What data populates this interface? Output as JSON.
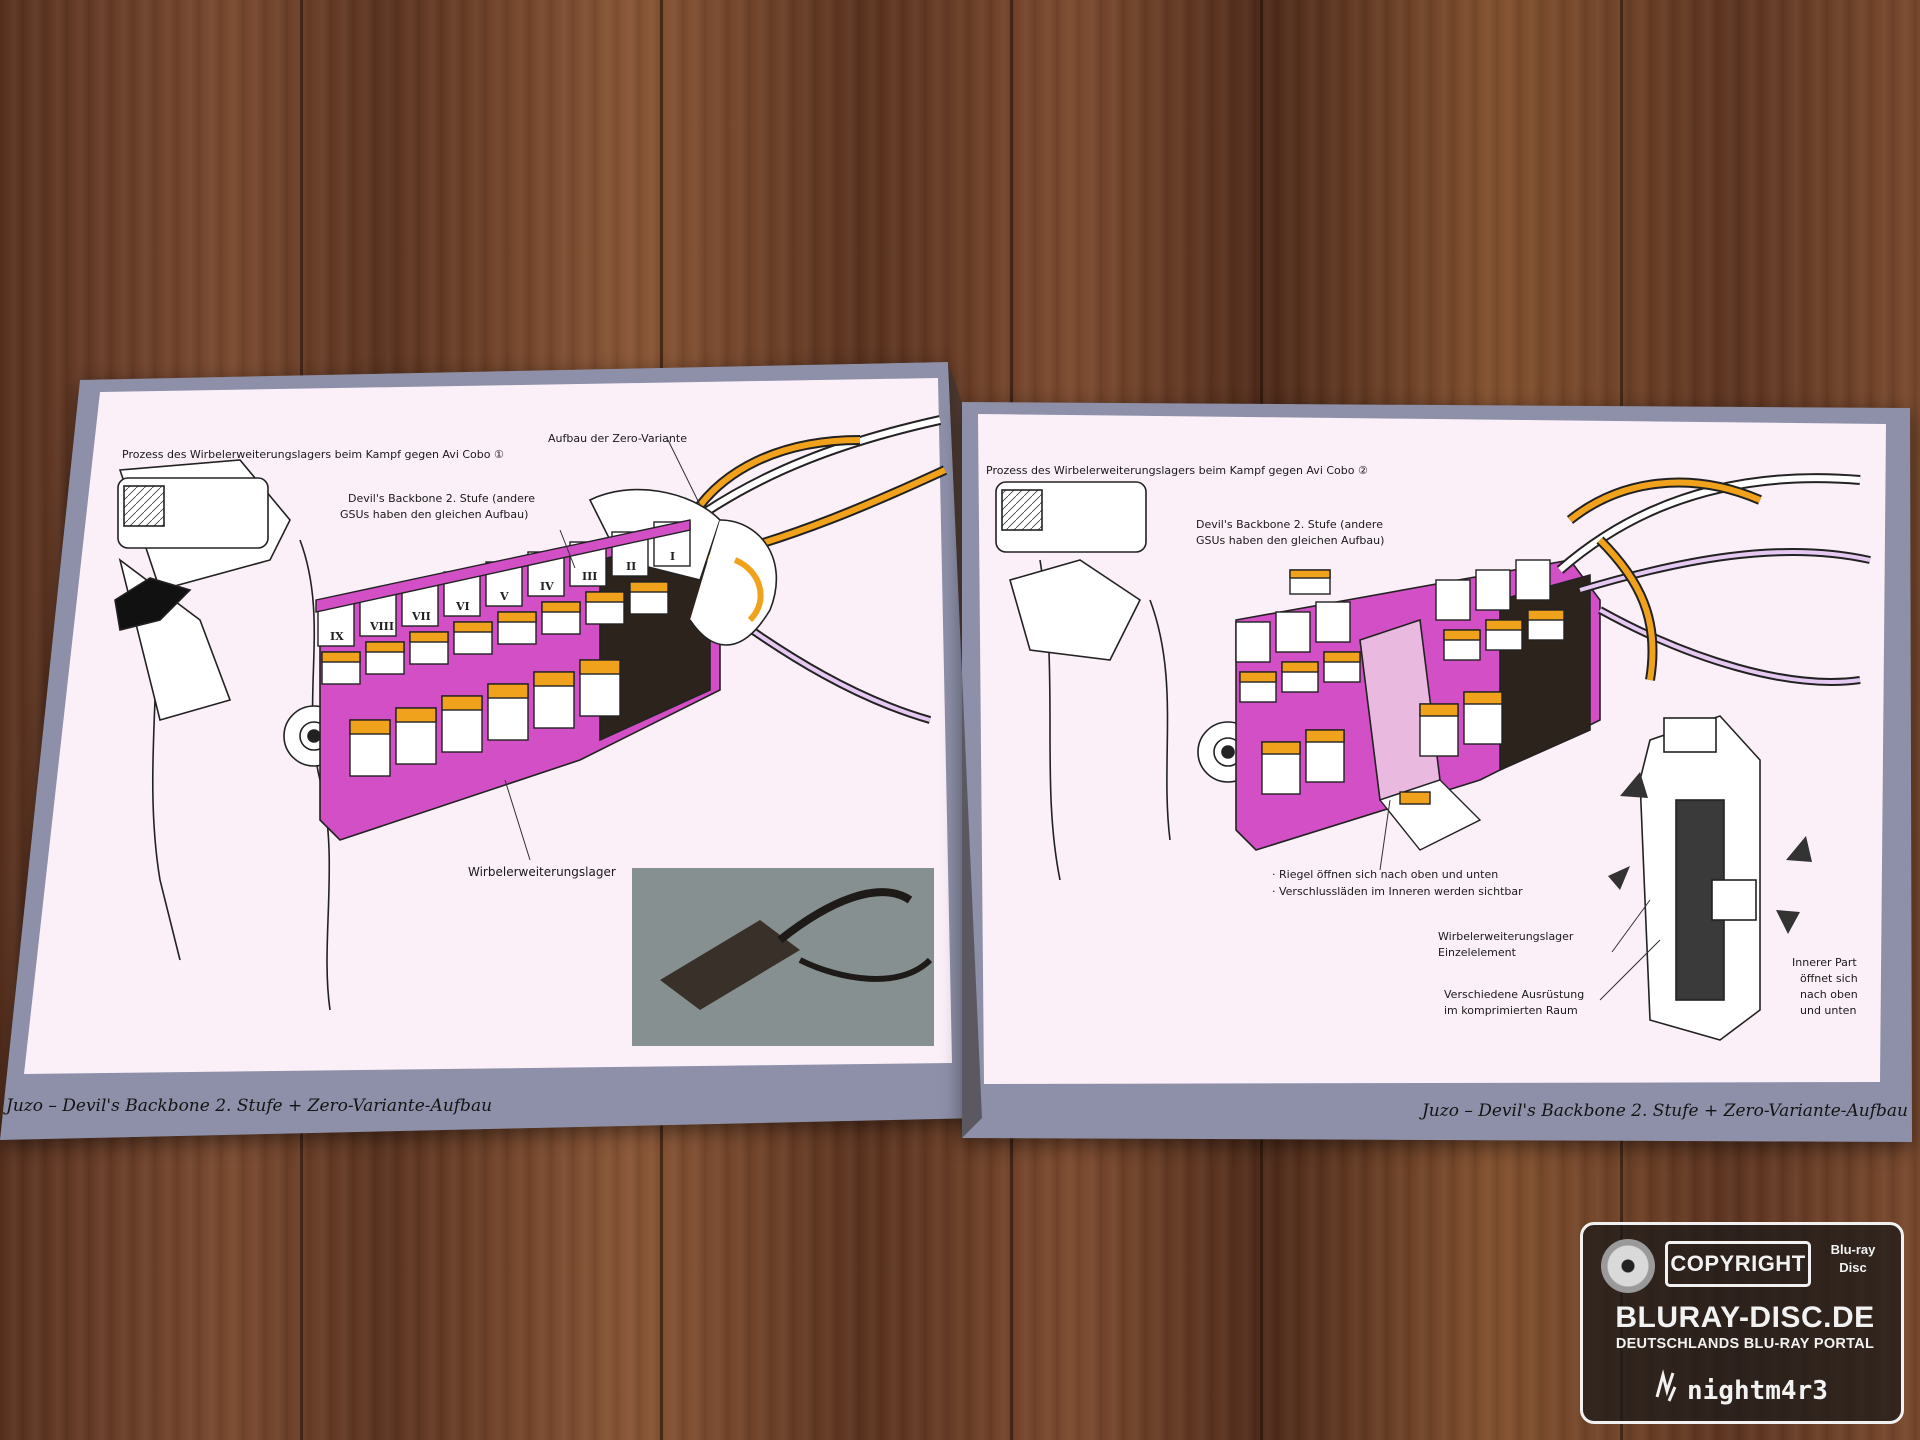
{
  "left_page": {
    "header": "Prozess des Wirbelerweiterungslagers beim Kampf gegen Avi Cobo ①",
    "callout_zero": "Aufbau der Zero-Variante",
    "callout_backbone_line1": "Devil's Backbone 2. Stufe (andere",
    "callout_backbone_line2": "GSUs haben den gleichen Aufbau)",
    "callout_lager": "Wirbelerweiterungslager",
    "roman_numerals": [
      "IX",
      "VIII",
      "VII",
      "VI",
      "V",
      "IV",
      "III",
      "II",
      "I"
    ],
    "footer": "Juzo – Devil's Backbone 2. Stufe + Zero-Variante-Aufbau"
  },
  "right_page": {
    "header": "Prozess des Wirbelerweiterungslagers beim Kampf gegen Avi Cobo ②",
    "callout_backbone_line1": "Devil's Backbone 2. Stufe (andere",
    "callout_backbone_line2": "GSUs haben den gleichen Aufbau)",
    "bullet_1": "· Riegel öffnen sich nach oben und unten",
    "bullet_2": "· Verschlussläden im Inneren werden sichtbar",
    "callout_element_line1": "Wirbelerweiterungslager",
    "callout_element_line2": "Einzelelement",
    "callout_equipment_line1": "Verschiedene Ausrüstung",
    "callout_equipment_line2": "im komprimierten Raum",
    "callout_inner_line1": "Innerer Part",
    "callout_inner_line2": "öffnet sich",
    "callout_inner_line3": "nach oben",
    "callout_inner_line4": "und unten",
    "footer": "Juzo – Devil's Backbone 2. Stufe + Zero-Variante-Aufbau"
  },
  "watermark": {
    "copyright": "COPYRIGHT",
    "bluray_line1": "Blu-ray",
    "bluray_line2": "Disc",
    "site": "BLURAY-DISC.DE",
    "tagline": "DEUTSCHLANDS BLU-RAY PORTAL",
    "signature": "nightm4r3"
  },
  "colors": {
    "wood": "#6b3f27",
    "page_frame": "#8a8ea6",
    "paper": "#fcf0f8",
    "magenta": "#d24fc6",
    "orange": "#f0a21c",
    "line": "#222222"
  }
}
